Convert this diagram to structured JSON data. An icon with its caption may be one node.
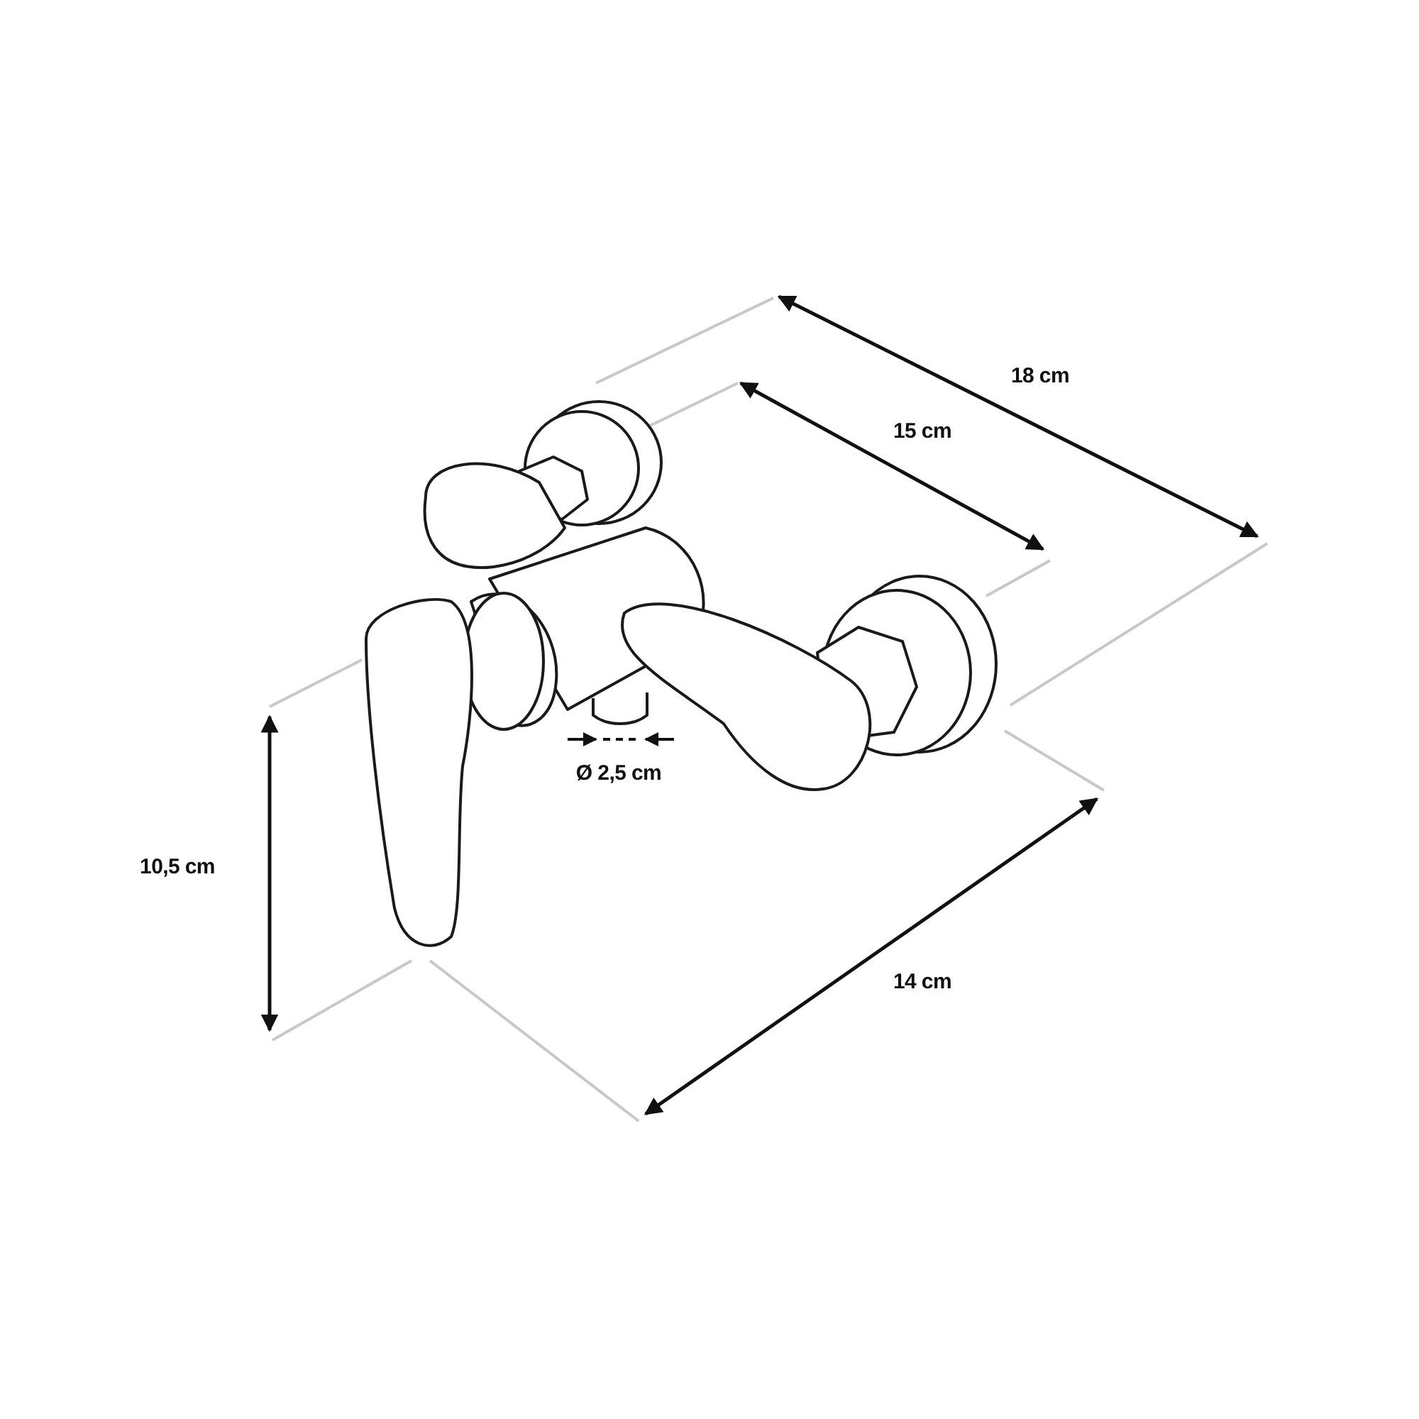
{
  "diagram": {
    "labels": [
      "18 cm",
      "15 cm",
      "Ø 2,5 cm",
      "10,5 cm",
      "14 cm"
    ]
  }
}
